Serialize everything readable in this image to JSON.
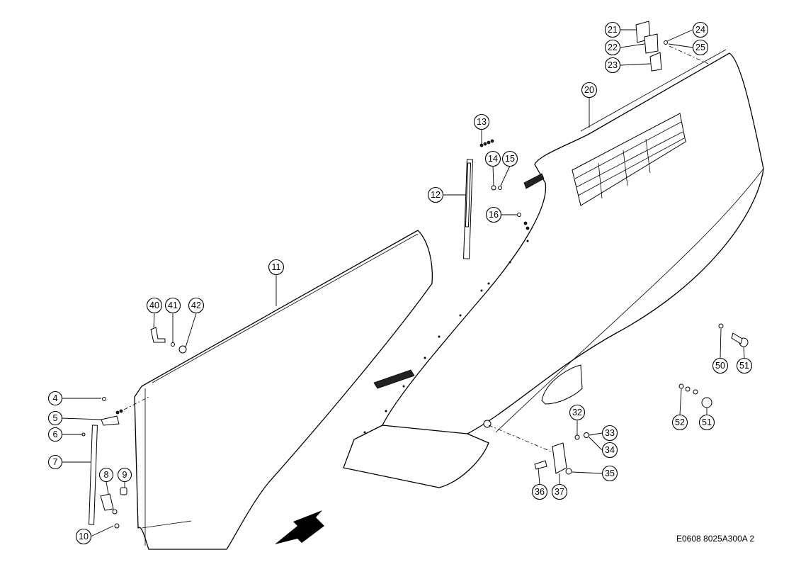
{
  "drawing_code": "E0608 8025A300A 2",
  "callouts": {
    "c4": "4",
    "c5": "5",
    "c6": "6",
    "c7": "7",
    "c8": "8",
    "c9": "9",
    "c10": "10",
    "c11": "11",
    "c12": "12",
    "c13": "13",
    "c14": "14",
    "c15": "15",
    "c16": "16",
    "c20": "20",
    "c21": "21",
    "c22": "22",
    "c23": "23",
    "c24": "24",
    "c25": "25",
    "c32": "32",
    "c33": "33",
    "c34": "34",
    "c35": "35",
    "c36": "36",
    "c37": "37",
    "c40": "40",
    "c41": "41",
    "c42": "42",
    "c50": "50",
    "c51a": "51",
    "c51b": "51",
    "c52": "52"
  },
  "icons": {
    "direction_arrow": "arrow-down-left-icon"
  }
}
